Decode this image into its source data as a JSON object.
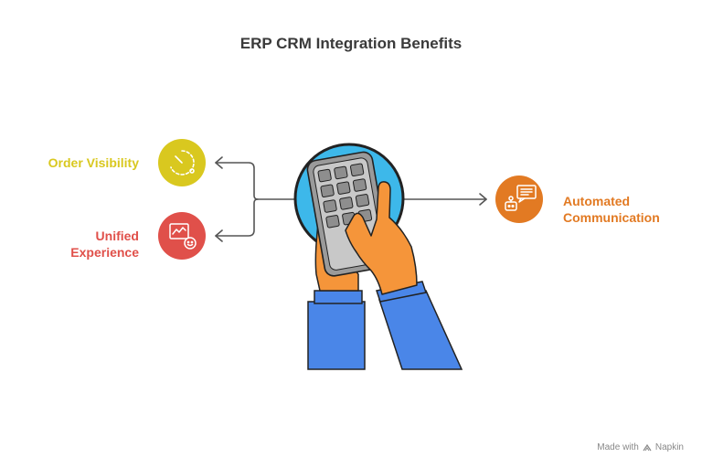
{
  "title": "ERP CRM Integration Benefits",
  "benefits": [
    {
      "label": "Order Visibility",
      "color": "#d9c81f",
      "icon": "clock-icon"
    },
    {
      "label": "Unified\nExperience",
      "color": "#e0504a",
      "icon": "chart-smiley-icon"
    },
    {
      "label": "Automated\nCommunication",
      "color": "#e27a23",
      "icon": "robot-chat-icon"
    }
  ],
  "center_icon": "hands-keypad-icon",
  "footer": {
    "made_with": "Made with",
    "brand": "Napkin"
  }
}
